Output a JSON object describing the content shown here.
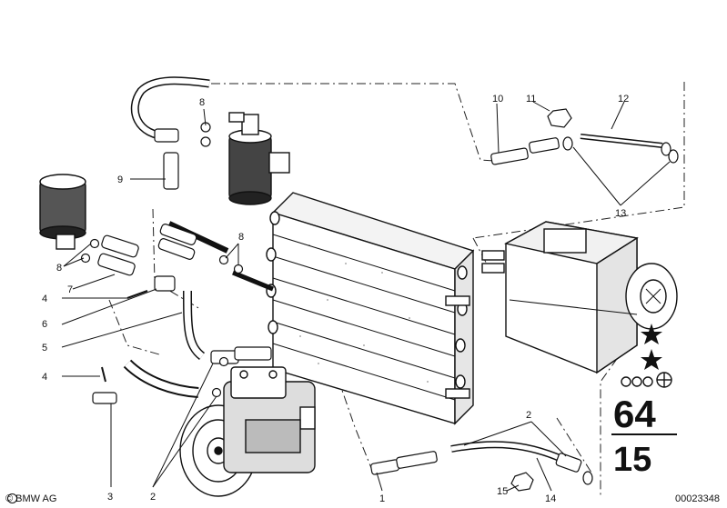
{
  "callouts": {
    "c1": "1",
    "c2a": "2",
    "c2b": "2",
    "c3": "3",
    "c4a": "4",
    "c4b": "4",
    "c5": "5",
    "c6": "6",
    "c7": "7",
    "c8a": "8",
    "c8b": "8",
    "c8c": "8",
    "c9": "9",
    "c10": "10",
    "c11": "11",
    "c12": "12",
    "c13": "13",
    "c14": "14",
    "c15": "15"
  },
  "group_code": {
    "main": "64",
    "sub": "15"
  },
  "footer": {
    "copyright": "© BMW AG",
    "part_number": "00023348"
  }
}
